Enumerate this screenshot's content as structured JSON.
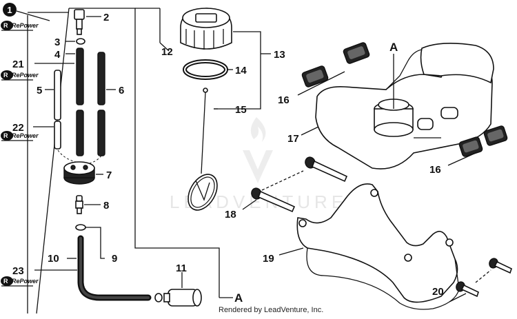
{
  "watermark": "LEADVENTURE",
  "credit": "Rendered by LeadVenture, Inc.",
  "brand_badge": "RePower",
  "ref_marker": "A",
  "callouts": {
    "c1": "1",
    "c2": "2",
    "c3": "3",
    "c4": "4",
    "c5": "5",
    "c6": "6",
    "c7": "7",
    "c8": "8",
    "c9": "9",
    "c10": "10",
    "c11": "11",
    "c12": "12",
    "c13": "13",
    "c14": "14",
    "c15": "15",
    "c16a": "16",
    "c16b": "16",
    "c17": "17",
    "c18": "18",
    "c19": "19",
    "c20": "20",
    "c21": "21",
    "c22": "22",
    "c23": "23"
  }
}
